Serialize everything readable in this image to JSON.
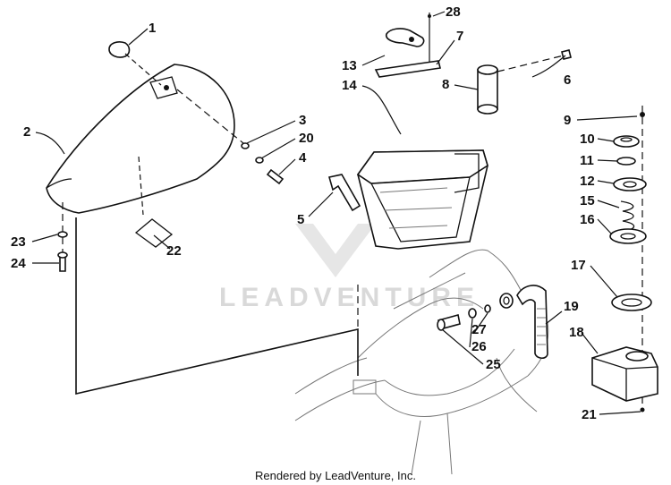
{
  "diagram": {
    "callouts": [
      "1",
      "2",
      "3",
      "4",
      "5",
      "6",
      "7",
      "8",
      "9",
      "10",
      "11",
      "12",
      "13",
      "14",
      "15",
      "16",
      "17",
      "18",
      "19",
      "20",
      "21",
      "22",
      "23",
      "24",
      "25",
      "26",
      "27",
      "28"
    ],
    "watermark": "LEADVENTURE",
    "footer": "Rendered by LeadVenture, Inc."
  }
}
